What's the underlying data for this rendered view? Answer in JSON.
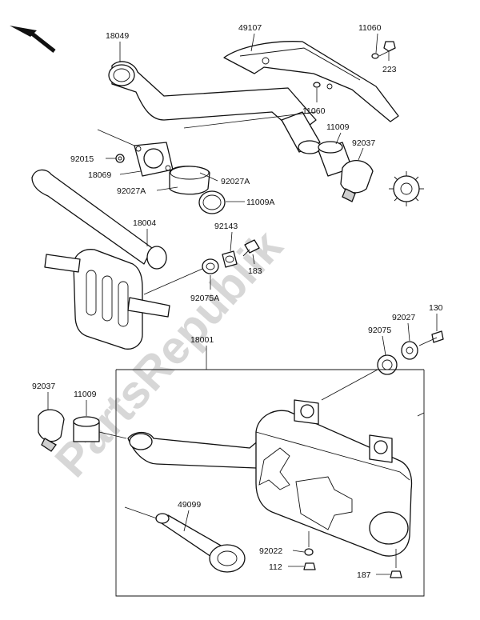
{
  "watermark": {
    "text": "PartsRepublik"
  },
  "labels": {
    "p18049": "18049",
    "p49107": "49107",
    "p11060a": "11060",
    "p223": "223",
    "p11060b": "11060",
    "p11009a": "11009",
    "p92037a": "92037",
    "p92015": "92015",
    "p18069": "18069",
    "p92027a1": "92027A",
    "p92027a2": "92027A",
    "p11009a2": "11009A",
    "p18004": "18004",
    "p92143": "92143",
    "p183": "183",
    "p92075a": "92075A",
    "p130": "130",
    "p92027": "92027",
    "p92075": "92075",
    "p18001": "18001",
    "p92037b": "92037",
    "p11009b": "11009",
    "p49099": "49099",
    "p92022": "92022",
    "p112": "112",
    "p187": "187"
  }
}
